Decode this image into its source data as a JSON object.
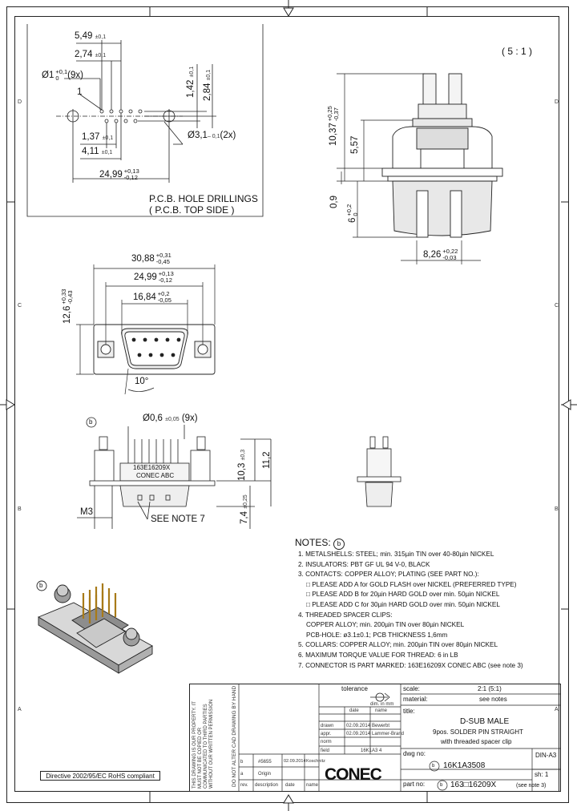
{
  "pcb": {
    "dim_549": "5,49",
    "dim_549_tol": "±0,1",
    "dim_274": "2,74",
    "dim_274_tol": "±0,1",
    "hole_dia": "Ø1",
    "hole_tol_top": "+0,1",
    "hole_tol_bot": "0",
    "hole_count": "(9x)",
    "pin1_label": "1",
    "dim_142": "1,42",
    "dim_142_tol": "±0,1",
    "dim_284": "2,84",
    "dim_284_tol": "±0,1",
    "mount_dia": "Ø3,1",
    "mount_tol": "– 0,1",
    "mount_count": "(2x)",
    "dim_137": "1,37",
    "dim_137_tol": "±0,1",
    "dim_411": "4,11",
    "dim_411_tol": "±0,1",
    "dim_2499": "24,99",
    "dim_2499_tol_top": "+0,13",
    "dim_2499_tol_bot": "-0,12",
    "title1": "P.C.B. HOLE DRILLINGS",
    "title2": "( P.C.B. TOP SIDE )"
  },
  "scale_label": "( 5 : 1 )",
  "side_view": {
    "dim_1037": "10,37",
    "dim_1037_tol_top": "+0,25",
    "dim_1037_tol_bot": "-0,37",
    "dim_557": "5,57",
    "dim_09": "0,9",
    "dim_6": "6",
    "dim_6_tol_top": "+0,2",
    "dim_6_tol_bot": "0",
    "dim_826": "8,26",
    "dim_826_tol_top": "+0,22",
    "dim_826_tol_bot": "-0,03"
  },
  "front_view": {
    "dim_3088": "30,88",
    "dim_3088_tol_top": "+0,31",
    "dim_3088_tol_bot": "-0,45",
    "dim_2499": "24,99",
    "dim_2499_tol_top": "+0,13",
    "dim_2499_tol_bot": "-0,12",
    "dim_1684": "16,84",
    "dim_1684_tol_top": "+0,2",
    "dim_1684_tol_bot": "-0,05",
    "dim_126": "12,6",
    "dim_126_tol_top": "+0,33",
    "dim_126_tol_bot": "-0,43",
    "angle": "10°"
  },
  "profile_view": {
    "rev_marker": "b",
    "pin_dia": "Ø0,6",
    "pin_dia_tol": "±0,05",
    "pin_count": "(9x)",
    "marking1": "163E16209X",
    "marking2": "CONEC ABC",
    "dim_103": "10,3",
    "dim_103_tol": "±0,3",
    "dim_112": "11,2",
    "dim_74": "7,4",
    "dim_74_tol": "±0,25",
    "thread": "M3",
    "see_note": "SEE NOTE 7"
  },
  "notes": {
    "heading": "NOTES:",
    "rev_marker": "b",
    "items": [
      "1. METALSHELLS: STEEL; min. 315µin TIN over 40-80µin NICKEL",
      "2. INSULATORS: PBT GF UL 94 V-0, BLACK",
      "3. CONTACTS: COPPER ALLOY; PLATING (SEE PART NO.):",
      "   □ PLEASE ADD A for GOLD FLASH over NICKEL (PREFERRED TYPE)",
      "   □ PLEASE ADD B for 20µin HARD GOLD over min. 50µin NICKEL",
      "   □ PLEASE ADD C for 30µin HARD GOLD over min. 50µin NICKEL",
      "4. THREADED SPACER CLIPS:",
      "   COPPER ALLOY; min. 200µin TIN over 80µin NICKEL",
      "   PCB-HOLE: ø3.1±0.1; PCB THICKNESS 1,6mm",
      "5. COLLARS: COPPER ALLOY; min. 200µin TIN over 80µin NICKEL",
      "6. MAXIMUM TORQUE VALUE FOR THREAD: 6 in LB",
      "7. CONNECTOR IS PART MARKED: 163E16209X CONEC ABC (see note 3)"
    ]
  },
  "iso_rev_marker": "b",
  "rohs": "Directive 2002/95/EC RoHS compliant",
  "title_block": {
    "tolerance_label": "tolerance",
    "units": "dim. in mm",
    "date_h": "date",
    "name_h": "name",
    "drawn_l": "drawn",
    "drawn_date": "02.09.2014",
    "drawn_name": "Bewerbt",
    "appr_l": "appr.",
    "appr_date": "02.09.2014",
    "appr_name": "Lammer-Brand",
    "norm_l": "norm",
    "field_l": "field",
    "field_v": "16K1A3 4",
    "scale_l": "scale:",
    "scale_v": "2:1 (5:1)",
    "material_l": "material:",
    "material_v": "see notes",
    "title_l": "title:",
    "title1": "D-SUB MALE",
    "title2": "9pos. SOLDER PIN STRAIGHT",
    "title3": "with threaded spacer clip",
    "dwg_l": "dwg no:",
    "dwg_v": "16K1A3508",
    "part_l": "part no:",
    "part_v": "163□16209X",
    "part_note": "(see note 3)",
    "size": "DIN-A3",
    "sheet": "sh: 1",
    "rev_b": "b",
    "rev_b_num": "#5655",
    "rev_b_date": "02.09.2014",
    "rev_b_name": "Koschnitz",
    "rev_a": "a",
    "rev_a_desc": "Origin",
    "rev_l": "rev.",
    "desc_l": "description",
    "date_l": "date",
    "name_l": "name",
    "cad_note": "DO NOT ALTER CAD DRAWING BY HAND",
    "copyright": "THIS DRAWING IS OUR PROPERTY. IT MUST NOT BE COPIED OR COMMUNICATED TO THIRD PARTIES WITHOUT OUR WRITTEN PERMISSION",
    "logo": "CONEC"
  },
  "border": {
    "row_labels": [
      "D",
      "C",
      "B",
      "A"
    ]
  }
}
